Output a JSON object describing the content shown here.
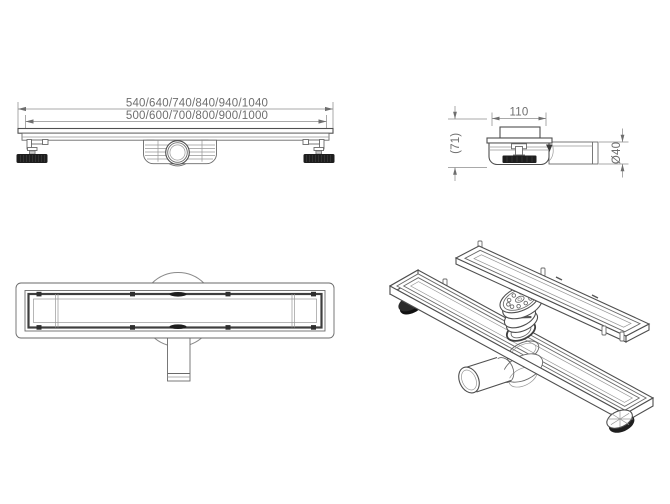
{
  "drawing": {
    "subject": "linear-shower-drain-technical-drawing",
    "background": "#ffffff",
    "line_color": "#4f4f4f",
    "dim_color": "#6e6e6e",
    "dark_fill": "#1e1e1e",
    "views": {
      "front_elevation": {
        "dim_length_outer": "540/640/740/840/940/1040",
        "dim_length_inner": "500/600/700/800/900/1000"
      },
      "end_section": {
        "dim_trap_width": "110",
        "dim_height": "(71)",
        "dim_outlet_diameter": "Ø40"
      }
    }
  }
}
